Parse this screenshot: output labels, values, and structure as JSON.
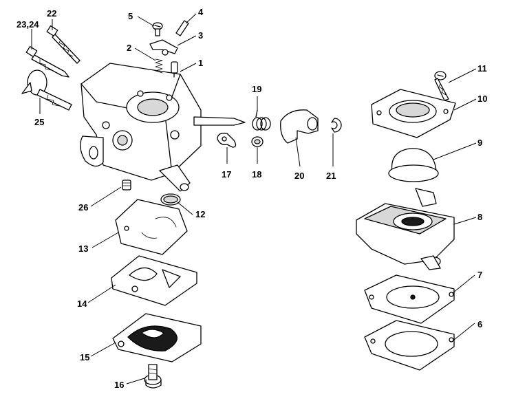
{
  "callouts": {
    "p1": "1",
    "p2": "2",
    "p3": "3",
    "p4": "4",
    "p5": "5",
    "p6": "6",
    "p7": "7",
    "p8": "8",
    "p9": "9",
    "p10": "10",
    "p11": "11",
    "p12": "12",
    "p13": "13",
    "p14": "14",
    "p15": "15",
    "p16": "16",
    "p17": "17",
    "p18": "18",
    "p19": "19",
    "p20": "20",
    "p21": "21",
    "p22": "22",
    "p23_24": "23,24",
    "p25": "25",
    "p26": "26"
  },
  "colors": {
    "line": "#000000",
    "background": "#ffffff"
  }
}
